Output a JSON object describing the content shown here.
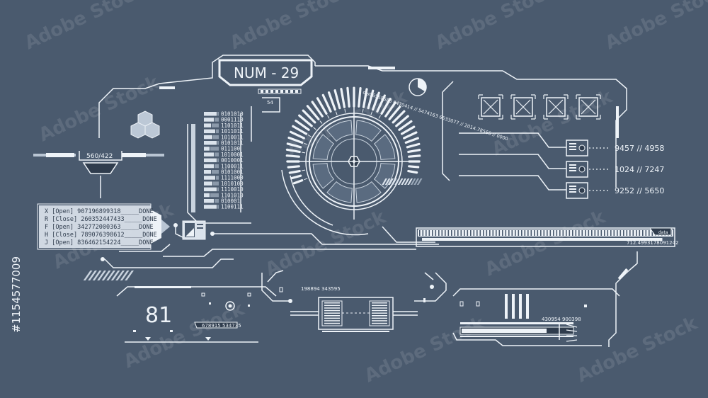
{
  "colors": {
    "background": "#4a5a6e",
    "line": "#eef3f8",
    "panel": "#dbe3ec",
    "dark": "#2f3c4d"
  },
  "title_label": "NUM - 29",
  "small_counter": "54",
  "ratio_label": "560/422",
  "status_rows": [
    {
      "key": "X",
      "state": "[Open]",
      "value": "907196899318",
      "status": "DONE"
    },
    {
      "key": "R",
      "state": "[Close]",
      "value": "260352447433",
      "status": "DONE"
    },
    {
      "key": "F",
      "state": "[Open]",
      "value": "342772000363",
      "status": "DONE"
    },
    {
      "key": "H",
      "state": "[Close]",
      "value": "789076398612",
      "status": "DONE"
    },
    {
      "key": "J",
      "state": "[Open]",
      "value": "836462154224",
      "status": "DONE"
    }
  ],
  "binary_column": [
    "0101010",
    "0001110",
    "1101011",
    "1011011",
    "1010011",
    "0101011",
    "011100",
    "1010001",
    "0010001",
    "1100011",
    "0101001",
    "1111000",
    "1010100",
    "1110010",
    "1101010",
    "010001",
    "1100111"
  ],
  "dial_caption": "dist.6558583 6470414 // 5474163 6533077 // 2014.78566 // 0000",
  "readouts": [
    "9457 // 4958",
    "1024 // 7247",
    "9252 // 5650"
  ],
  "progress": {
    "tag": "data",
    "value": "712.4993178091242",
    "level": 0.97
  },
  "big_number": "81",
  "code_a": "678915 534735",
  "code_b": "198894 343595",
  "code_c": "430954 900398",
  "watermark_text": "Adobe Stock",
  "stock_id": "#1154577009"
}
